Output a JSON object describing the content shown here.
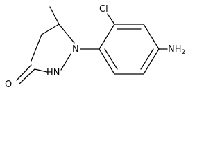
{
  "molecule": {
    "labels": {
      "chlorine": "Cl",
      "nitrogen_1": "N",
      "nitrogen_2_h": "HN",
      "oxygen": "O",
      "amino": "NH",
      "amino_subscript": "2"
    }
  }
}
